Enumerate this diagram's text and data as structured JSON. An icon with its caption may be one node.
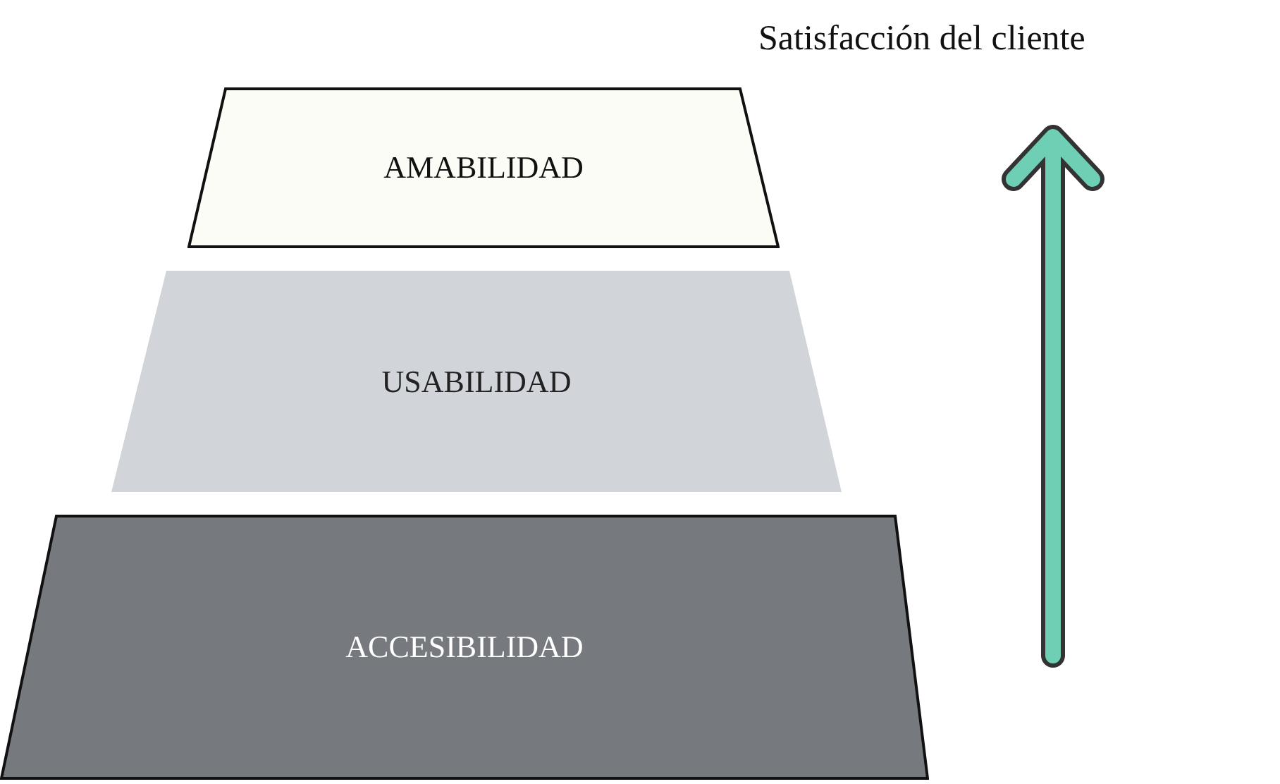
{
  "diagram": {
    "nodes": [
      {
        "text": [
          "AMABILIDAD"
        ]
      },
      {
        "text": [
          "USABILIDAD"
        ]
      },
      {
        "text": [
          "ACCESIBILIDAD"
        ]
      }
    ],
    "labels": [
      "Satisfacción del cliente"
    ]
  }
}
